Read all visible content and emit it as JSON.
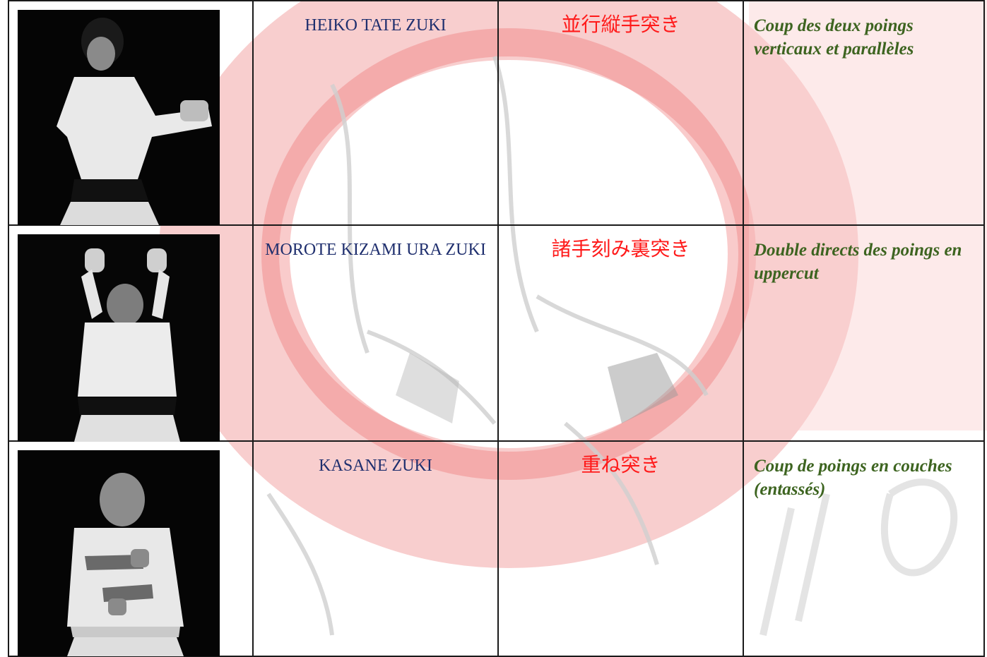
{
  "table": {
    "rows": [
      {
        "photo_icon": "karateka-heiko-tate-zuki-photo",
        "name": "HEIKO TATE ZUKI",
        "kanji": "並行縦手突き",
        "french": "Coup des deux poings verticaux et parallèles"
      },
      {
        "photo_icon": "karateka-morote-kizami-ura-zuki-photo",
        "name": "MOROTE KIZAMI URA ZUKI",
        "kanji": "諸手刻み裏突き",
        "french": "Double directs des poings en uppercut"
      },
      {
        "photo_icon": "karateka-kasane-zuki-photo",
        "name": "KASANE ZUKI",
        "kanji": "重ね突き",
        "french": "Coup de poings en couches (entassés)"
      }
    ]
  },
  "colors": {
    "name_text": "#1f2f6e",
    "kanji_text": "#ff1a1a",
    "french_text": "#3d6420",
    "border": "#1a1a1a",
    "watermark_red": "#f04040"
  }
}
